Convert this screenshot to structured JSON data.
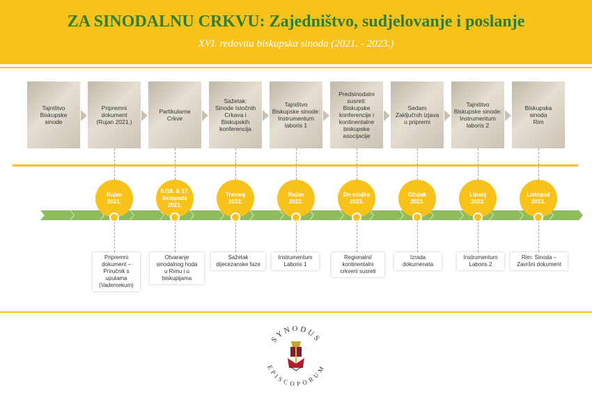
{
  "header": {
    "title": "ZA SINODALNU CRKVU: Zajedništvo, sudjelovanje i poslanje",
    "subtitle": "XVI. redovita biskupska sinoda (2021. - 2023.)"
  },
  "cards": [
    "Tajništvo\nBiskupske\nsinode",
    "Pripremni\ndokument\n(Rujan 2021.)",
    "Partikularne\nCrkve",
    "Sažetak:\nSinode Istočnih\nCrkava i\nBiskupskih\nkonferencija",
    "Tajništvo\nBiskupske sinode:\nInstrumentum\nlaboris 1",
    "Predsinodalni\nsusreti:\nBiskupske\nkonferencije i\nkontinentalne\nbiskupske\nasocijacije",
    "Sedam\nZaključnih izjava\nu pripremi",
    "Tajništvo\nBiskupske sinode:\nInstrumentum\nlaboris 2",
    "Biskupska\nsinoda\nRim"
  ],
  "dates": [
    "Rujan\n2021.",
    "9./10. & 17.\nlistopada\n2021.",
    "Travanj\n2022.",
    "Rujan\n2022.",
    "Do ožujka\n2023.",
    "Ožujak\n2023.",
    "Lipanj\n2023.",
    "Listopad\n2023."
  ],
  "labels": [
    "Pripremni\ndokument –\nPriručnik s\nuputama\n(Vademekum)",
    "Otvaranje\nsinodalnog hoda\nu Rimu i u\nbiskupijama",
    "Sažetak\ndijecezanske faze",
    "Instrumentum\nLaboris 1",
    "Regionalni/\nkontinentalni\ncrkveni susreti",
    "Izrada\ndokumenata",
    "Instrumentum\nLaboris 2",
    "Rim: Sinoda –\nZavršni dokument"
  ],
  "logo": {
    "text_top": "SYNODUS",
    "text_bottom": "EPISCOPORUM"
  },
  "colors": {
    "header": "#f8c21a",
    "title": "#2f7d2d",
    "arrows": "#8fbc5c"
  }
}
